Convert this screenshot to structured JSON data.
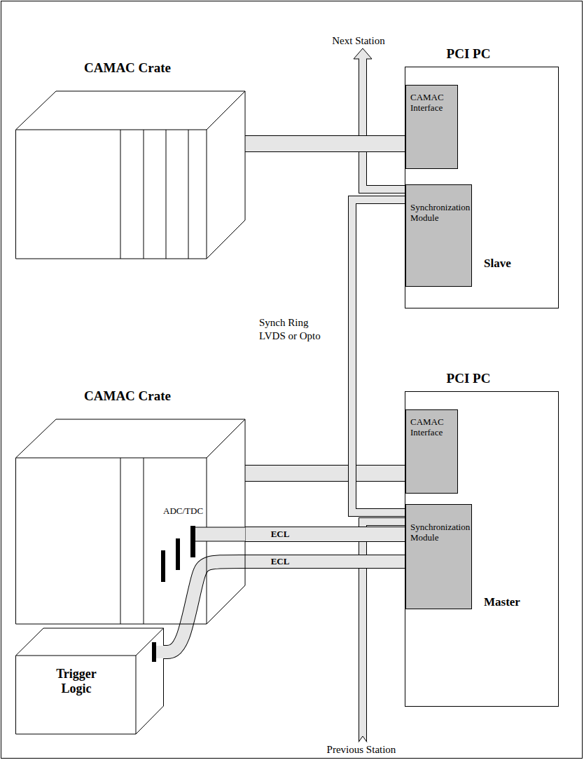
{
  "diagram": {
    "nodes": [
      {
        "text": [
          "CAMAC Crate"
        ]
      },
      {
        "text": [
          "PCI PC",
          "Slave"
        ]
      },
      {
        "text": [
          "CAMAC Interface"
        ],
        "in": 1
      },
      {
        "text": [
          "Synchronization Module"
        ],
        "in": 1
      },
      {
        "text": [
          "CAMAC Crate"
        ]
      },
      {
        "text": [
          "PCI PC",
          "Master"
        ]
      },
      {
        "text": [
          "CAMAC Interface"
        ],
        "in": 5
      },
      {
        "text": [
          "Synchronization Module"
        ],
        "in": 5
      },
      {
        "text": [
          "Trigger Logic"
        ]
      }
    ],
    "edges": [
      {
        "from": 0,
        "to": 2,
        "arrow": "none"
      },
      {
        "from": 4,
        "to": 6,
        "arrow": "none"
      },
      {
        "from": 4,
        "to": 7,
        "label": "ECL",
        "arrow": "none"
      },
      {
        "from": 8,
        "to": 7,
        "label": "ECL",
        "arrow": "none"
      },
      {
        "from": 7,
        "to": 3,
        "arrow": "none"
      }
    ],
    "labels": [
      "Next Station",
      "Synch Ring",
      "LVDS or Opto",
      "ADC/TDC",
      "Previous Station"
    ]
  }
}
